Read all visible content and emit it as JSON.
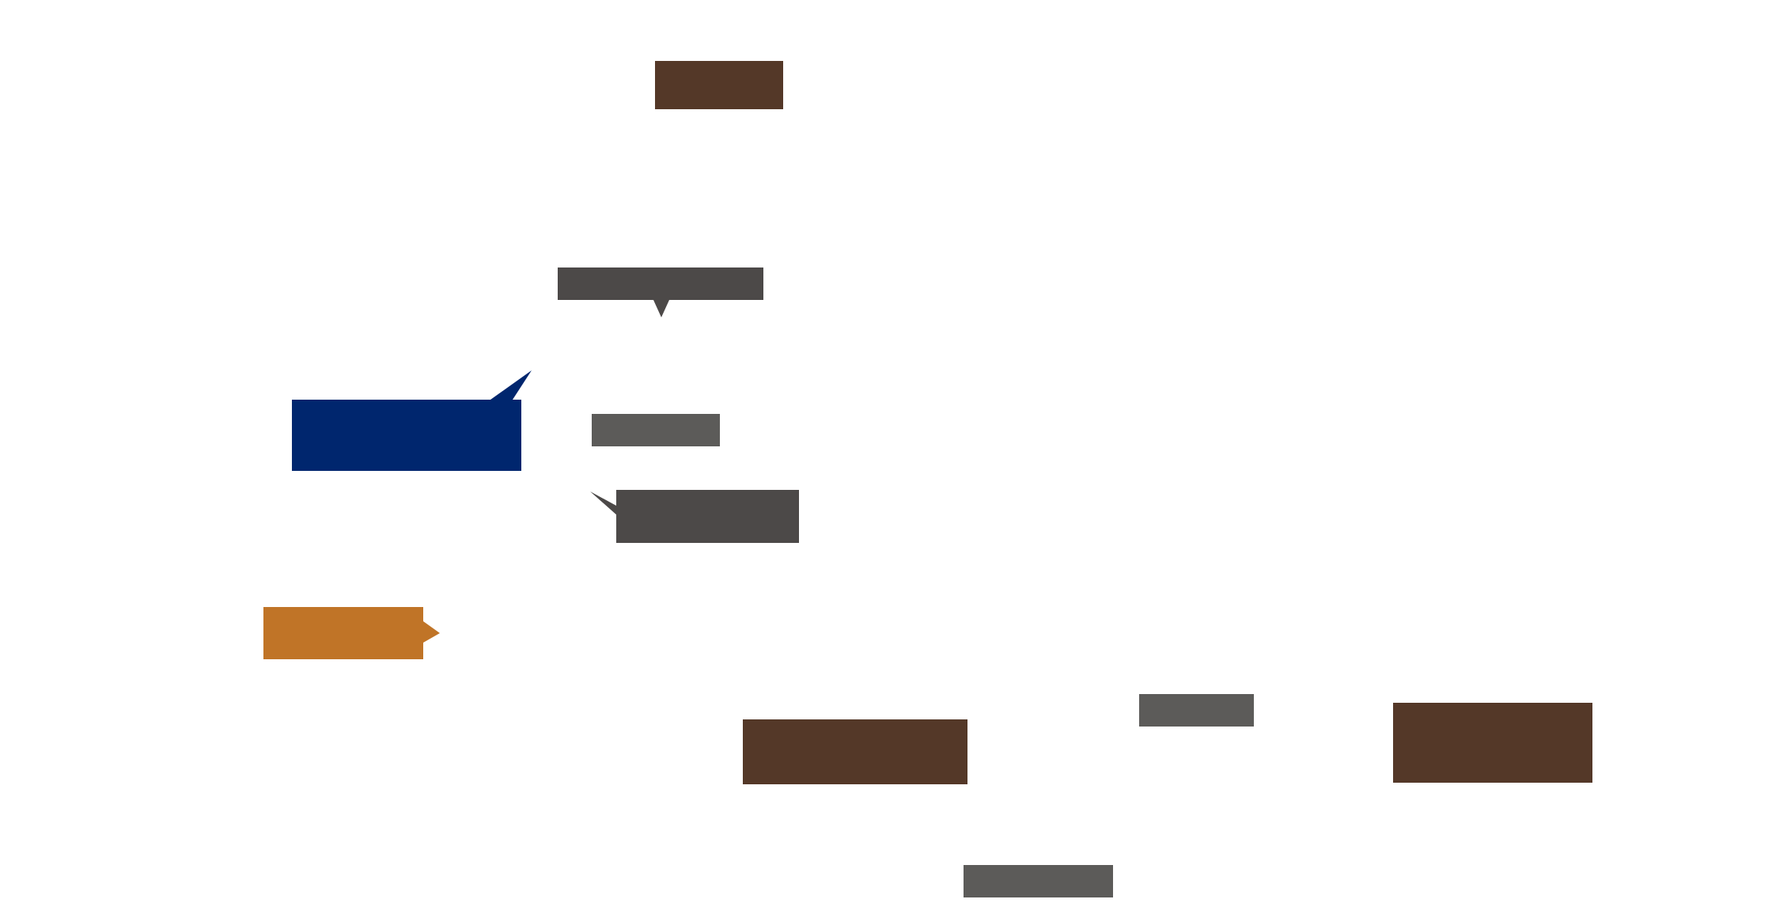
{
  "colors": {
    "brown": "#543828",
    "charcoal": "#4c4948",
    "gray": "#5c5b59",
    "navy": "#00266e",
    "orange": "#c07427",
    "background": "#ffffff"
  },
  "diagram": {
    "nodes": [
      {
        "id": "node-1",
        "color": "brown",
        "label": ""
      },
      {
        "id": "node-2",
        "color": "charcoal",
        "label": "",
        "pointer": "down"
      },
      {
        "id": "node-3",
        "color": "navy",
        "label": "",
        "pointer": "up-right"
      },
      {
        "id": "node-4",
        "color": "gray",
        "label": ""
      },
      {
        "id": "node-5",
        "color": "charcoal",
        "label": "",
        "pointer": "up-left"
      },
      {
        "id": "node-6",
        "color": "orange",
        "label": "",
        "pointer": "right"
      },
      {
        "id": "node-7",
        "color": "brown",
        "label": ""
      },
      {
        "id": "node-8",
        "color": "gray",
        "label": ""
      },
      {
        "id": "node-9",
        "color": "brown",
        "label": ""
      },
      {
        "id": "node-10",
        "color": "gray",
        "label": ""
      }
    ]
  }
}
